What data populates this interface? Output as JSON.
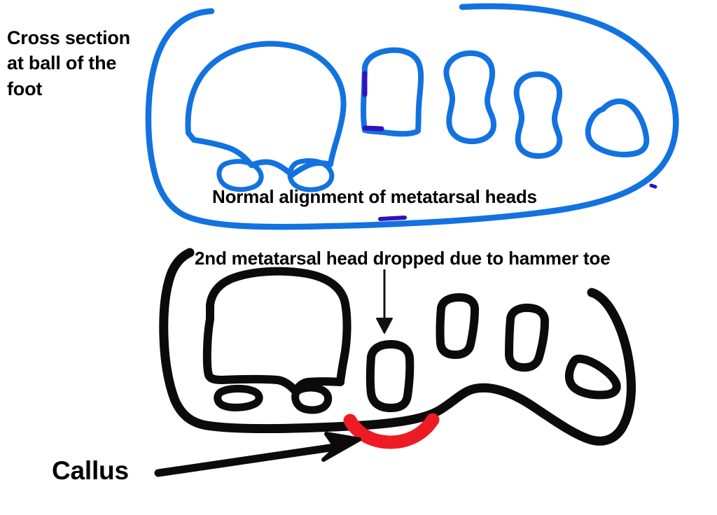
{
  "diagram": {
    "title": "Cross section at ball of the foot",
    "subject": "foot-cross-section-metatarsal-heads",
    "background_color": "#ffffff"
  },
  "labels": {
    "cross_section": "Cross section\nat ball of the\nfoot",
    "normal_alignment": "Normal alignment of metatarsal heads",
    "dropped_head": "2nd metatarsal head dropped due to hammer toe",
    "callus": "Callus"
  },
  "colors": {
    "normal_outline": "#1272E0",
    "abnormal_outline": "#0b0b0b",
    "callus_red": "#ED1C24",
    "marker_purple": "#3311BB",
    "text": "#000000"
  },
  "top_figure": {
    "name": "normal-foot-cross-section",
    "outline_color": "#1272E0",
    "bones": [
      {
        "name": "first-metatarsal-head",
        "shape": "large-rounded-dome"
      },
      {
        "name": "sesamoid-medial",
        "shape": "small-oval"
      },
      {
        "name": "sesamoid-lateral",
        "shape": "small-oval"
      },
      {
        "name": "second-metatarsal-head",
        "shape": "rounded-rectangle"
      },
      {
        "name": "third-metatarsal-head",
        "shape": "wavy-rounded-rectangle"
      },
      {
        "name": "fourth-metatarsal-head",
        "shape": "wavy-rounded-rectangle"
      },
      {
        "name": "fifth-metatarsal-head",
        "shape": "rounded-triangle"
      }
    ]
  },
  "bottom_figure": {
    "name": "abnormal-foot-cross-section",
    "outline_color": "#0b0b0b",
    "callus_color": "#ED1C24",
    "bones": [
      {
        "name": "first-metatarsal-head",
        "shape": "large-rounded-dome"
      },
      {
        "name": "sesamoid-medial",
        "shape": "small-oval"
      },
      {
        "name": "sesamoid-lateral",
        "shape": "small-oval"
      },
      {
        "name": "second-metatarsal-head-dropped",
        "shape": "rounded-rectangle-low"
      },
      {
        "name": "third-metatarsal-head",
        "shape": "rounded-rectangle"
      },
      {
        "name": "fourth-metatarsal-head",
        "shape": "rounded-rectangle"
      },
      {
        "name": "fifth-metatarsal-head",
        "shape": "rounded-triangle"
      }
    ]
  },
  "annotations": [
    {
      "name": "drop-arrow",
      "direction": "down",
      "points_to": "second-metatarsal-head-dropped"
    },
    {
      "name": "callus-arrow",
      "direction": "up-right",
      "points_to": "callus-region"
    }
  ]
}
